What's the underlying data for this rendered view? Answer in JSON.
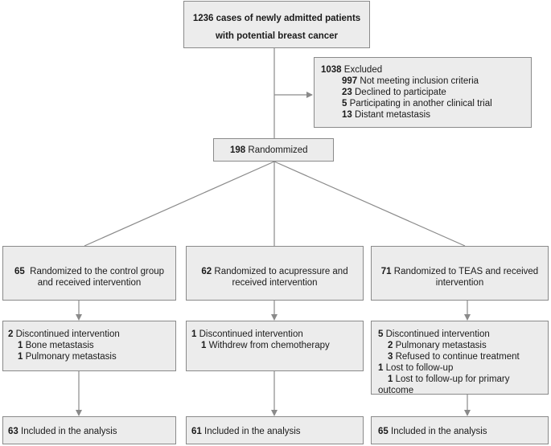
{
  "top": {
    "line1": "1236 cases of newly admitted patients",
    "line2": "with potential breast cancer"
  },
  "excluded": {
    "total_num": "1038",
    "total_label": "Excluded",
    "reasons": [
      {
        "num": "997",
        "label": "Not meeting inclusion criteria"
      },
      {
        "num": "23",
        "label": "Declined to participate"
      },
      {
        "num": "5",
        "label": "Participating in another clinical trial"
      },
      {
        "num": "13",
        "label": "Distant metastasis"
      }
    ]
  },
  "randomized": {
    "num": "198",
    "label": "Randommized"
  },
  "arms": [
    {
      "alloc": {
        "num": "65",
        "line1": "Randomized to the control group",
        "line2": "and received intervention"
      },
      "followup": [
        {
          "num": "2",
          "label": "Discontinued intervention"
        },
        {
          "num": "1",
          "label": "Bone metastasis"
        },
        {
          "num": "1",
          "label": "Pulmonary metastasis"
        }
      ],
      "analysis": {
        "num": "63",
        "label": "Included in the analysis"
      }
    },
    {
      "alloc": {
        "num": "62",
        "line1": "Randomized to acupressure and",
        "line2": "received intervention"
      },
      "followup": [
        {
          "num": "1",
          "label": "Discontinued intervention"
        },
        {
          "num": "1",
          "label": "Withdrew from chemotherapy"
        }
      ],
      "analysis": {
        "num": "61",
        "label": "Included in the analysis"
      }
    },
    {
      "alloc": {
        "num": "71",
        "line1": "Randomized to TEAS and received",
        "line2": "intervention"
      },
      "followup": [
        {
          "num": "5",
          "label": "Discontinued intervention"
        },
        {
          "num": "2",
          "label": "Pulmonary metastasis"
        },
        {
          "num": "3",
          "label": "Refused to continue treatment"
        },
        {
          "num": "1",
          "label": "Lost to follow-up"
        },
        {
          "num": "1",
          "label": "Lost to follow-up for primary"
        },
        {
          "num": "",
          "label": "outcome"
        }
      ],
      "analysis": {
        "num": "65",
        "label": "Included in the analysis"
      }
    }
  ]
}
